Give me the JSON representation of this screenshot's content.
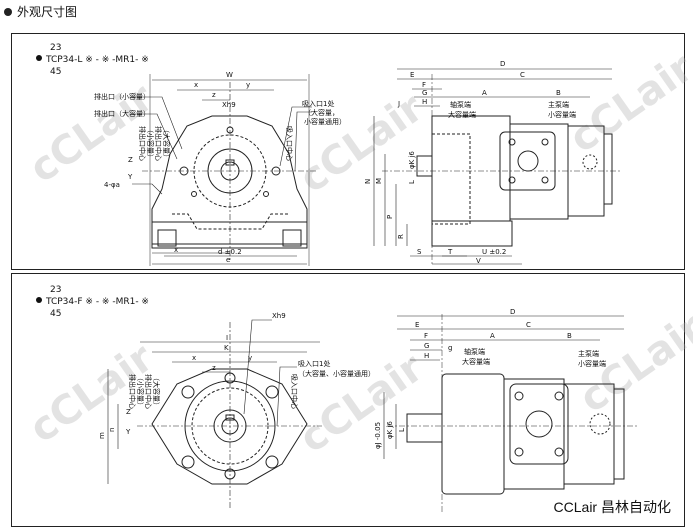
{
  "header": {
    "title": "外观尺寸图"
  },
  "panel1": {
    "model": {
      "line1": "23",
      "line2": "TCP34-L ※ - ※ -MR1- ※",
      "line3": "45"
    },
    "front": {
      "discharge_small": "排出口（小容量）",
      "discharge_large": "排出口（大容量）",
      "dim_W": "W",
      "dim_x": "x",
      "dim_y": "y",
      "dim_z": "z",
      "dim_xh9": "Xh9",
      "dim_x2": "x",
      "dim_d": "d ±0.2",
      "dim_e": "e",
      "dim_4": "4-φa",
      "vert1": "排出口中心",
      "vert2": "（小容量）",
      "vert3": "排出口中心",
      "vert4": "（大容量）",
      "vert5": "吸入口中心",
      "zv": "Z",
      "yv": "Y"
    },
    "side": {
      "suction_1": "吸入口1处",
      "suction_2": "（大容量，",
      "suction_3": "小容量通用）",
      "dim_D": "D",
      "dim_E": "E",
      "dim_C": "C",
      "dim_F": "F",
      "dim_G": "G",
      "dim_H": "H",
      "dim_J": "J",
      "dim_A": "A",
      "dim_B": "B",
      "shaft_large": "轴泵端",
      "shaft_large2": "大容量端",
      "main_small": "主泵端",
      "main_small2": "小容量端",
      "dim_N": "N",
      "dim_M": "M",
      "dim_P": "P",
      "dim_R": "R",
      "dim_L": "L",
      "dim_K": "φK j6",
      "dim_S": "S",
      "dim_T": "T",
      "dim_U": "U ±0.2",
      "dim_V": "V"
    }
  },
  "panel2": {
    "model": {
      "line1": "23",
      "line2": "TCP34-F ※ - ※ -MR1- ※",
      "line3": "45"
    },
    "front": {
      "dim_I": "I",
      "dim_K": "K",
      "dim_x": "x",
      "dim_y": "y",
      "dim_z": "z",
      "dim_xh9": "Xh9",
      "vert1": "排出口中心",
      "vert2": "（小容量）",
      "vert3": "排出口中心",
      "vert4": "（大容量）",
      "vert5": "吸入口中心",
      "zv": "Z",
      "yv": "Y",
      "dim_m": "m",
      "dim_n": "n"
    },
    "side": {
      "suction_1": "吸入口1处",
      "suction_2": "（大容量、小容量通用）",
      "dim_D": "D",
      "dim_E": "E",
      "dim_C": "C",
      "dim_F": "F",
      "dim_G": "G",
      "dim_H": "H",
      "dim_A": "A",
      "dim_B": "B",
      "dim_g": "g",
      "shaft_large": "轴泵端",
      "shaft_large2": "大容量端",
      "main_small": "主泵端",
      "main_small2": "小容量端",
      "dim_J": "φJ -0.05",
      "dim_K": "φK j6",
      "dim_L": "L"
    }
  },
  "watermark": {
    "text": "cCLair"
  },
  "brand": {
    "text": "CCLair 昌林自动化"
  }
}
